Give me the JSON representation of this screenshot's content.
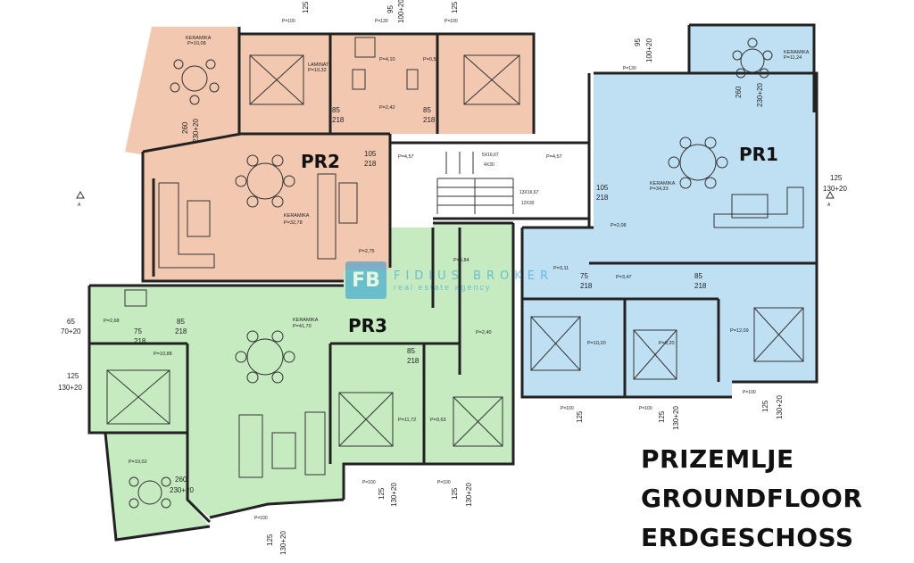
{
  "units": {
    "pr1": {
      "label": "PR1",
      "color": "#bfe0f2"
    },
    "pr2": {
      "label": "PR2",
      "color": "#f3c8b0"
    },
    "pr3": {
      "label": "PR3",
      "color": "#c6ebc0"
    }
  },
  "rooms": {
    "keramika": "KERAMIKA",
    "laminat": "LAMINAT",
    "pr2_terrace_area": "P=10,08",
    "pr2_room1_area": "P=10,32",
    "pr2_bath_area": "P=4,10",
    "pr2_wc_area": "P=0,54",
    "pr2_hall_area": "P=2,42",
    "pr2_living_area": "P=32,78",
    "pr2_small_area": "P=2,75",
    "stair_area1": "P=4,57",
    "stair_area2": "P=4,57",
    "pr1_terrace_area": "P=11,24",
    "pr1_living_area": "P=34,33",
    "pr1_bath_area": "P=2,08",
    "pr1_hall_area": "P=3,47",
    "pr1_wc_area": "P=3,11",
    "pr1_room1_area": "P=10,20",
    "pr1_room2_area": "P=9,20",
    "pr1_room3_area": "P=12,09",
    "pr3_bath_area": "P=5,84",
    "pr3_wc_area": "P=2,40",
    "pr3_hall_area": "P=2,68",
    "pr3_room1_area": "P=10,88",
    "pr3_living_area": "P=41,70",
    "pr3_room2_area": "P=11,72",
    "pr3_room3_area": "P=9,63",
    "pr3_terrace_area": "P=10,02"
  },
  "dims": {
    "d125": "125",
    "d95": "95",
    "d100_20": "100+20",
    "d130_20": "130+20",
    "d260": "260",
    "d230_20": "230+20",
    "d105": "105",
    "d218": "218",
    "d85": "85",
    "d75": "75",
    "d65": "65",
    "d70_20": "70+20",
    "p100": "P=100",
    "p130": "P=130",
    "stair1": "5X16,67",
    "stair2": "13X16,67",
    "stair_len1": "4X30",
    "stair_len2": "12X30",
    "section": "A"
  },
  "title": {
    "line1": "PRIZEMLJE",
    "line2": "GROUNDFLOOR",
    "line3": "ERDGESCHOSS"
  },
  "watermark": {
    "logo": "FB",
    "name": "FIDIUS BROKER",
    "sub": "real estate agency"
  },
  "colors": {
    "wall": "#222222",
    "furniture": "#333333"
  }
}
